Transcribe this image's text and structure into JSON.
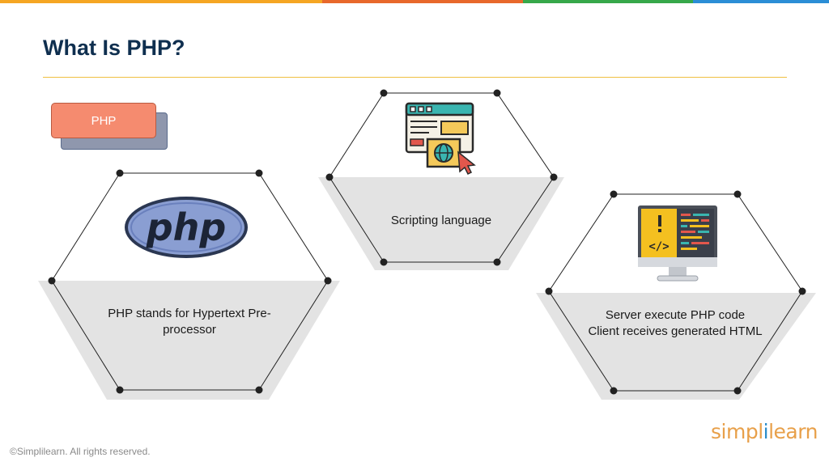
{
  "slide": {
    "title": "What Is PHP?",
    "tag": "PHP",
    "footer": "©Simplilearn. All rights reserved."
  },
  "hexagons": {
    "left": {
      "text": "PHP stands for Hypertext Pre-processor",
      "icon": "php-logo-icon",
      "logo_text": "php"
    },
    "top": {
      "text": "Scripting language",
      "icon": "web-browser-icon"
    },
    "right": {
      "lines": [
        "Server execute PHP code",
        "Client receives generated HTML"
      ],
      "icon": "code-monitor-icon"
    }
  },
  "brand": {
    "part1": "simpl",
    "part2": "i",
    "part3": "learn"
  },
  "colors": {
    "title": "#0f2f4f",
    "rule": "#f0c040",
    "tag": "#f58b6f",
    "hex_fill": "#e3e3e3",
    "topbar": [
      "#f5a623",
      "#e8682c",
      "#37a84a",
      "#2b8ed6"
    ]
  }
}
